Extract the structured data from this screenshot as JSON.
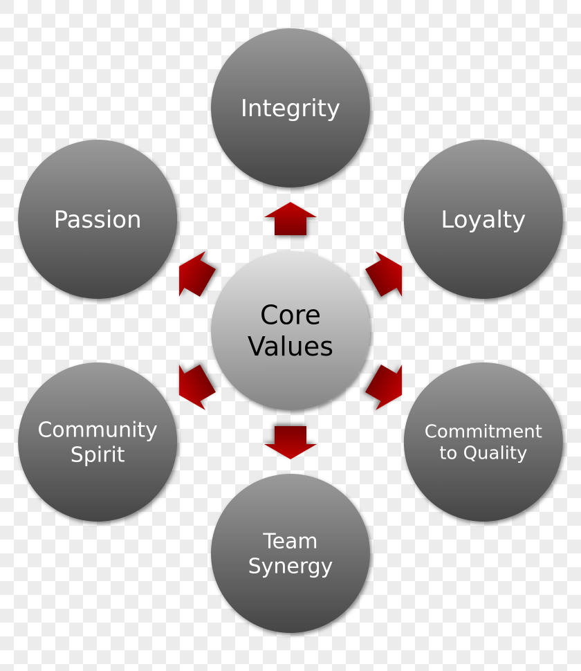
{
  "center": {
    "lines": [
      "Core",
      "Values"
    ]
  },
  "nodes": [
    {
      "id": "integrity",
      "lines": [
        "Integrity"
      ]
    },
    {
      "id": "loyalty",
      "lines": [
        "Loyalty"
      ]
    },
    {
      "id": "commitment-to-quality",
      "lines": [
        "Commitment",
        "to Quality"
      ]
    },
    {
      "id": "team-synergy",
      "lines": [
        "Team",
        "Synergy"
      ]
    },
    {
      "id": "community-spirit",
      "lines": [
        "Community",
        "Spirit"
      ]
    },
    {
      "id": "passion",
      "lines": [
        "Passion"
      ]
    }
  ],
  "colors": {
    "arrow": "#b00000",
    "arrow_dark": "#7a0000",
    "node_light": "#9a9a9a",
    "node_dark": "#4a4a4a",
    "center_light": "#e0e0e0",
    "center_dark": "#8a8a8a"
  }
}
